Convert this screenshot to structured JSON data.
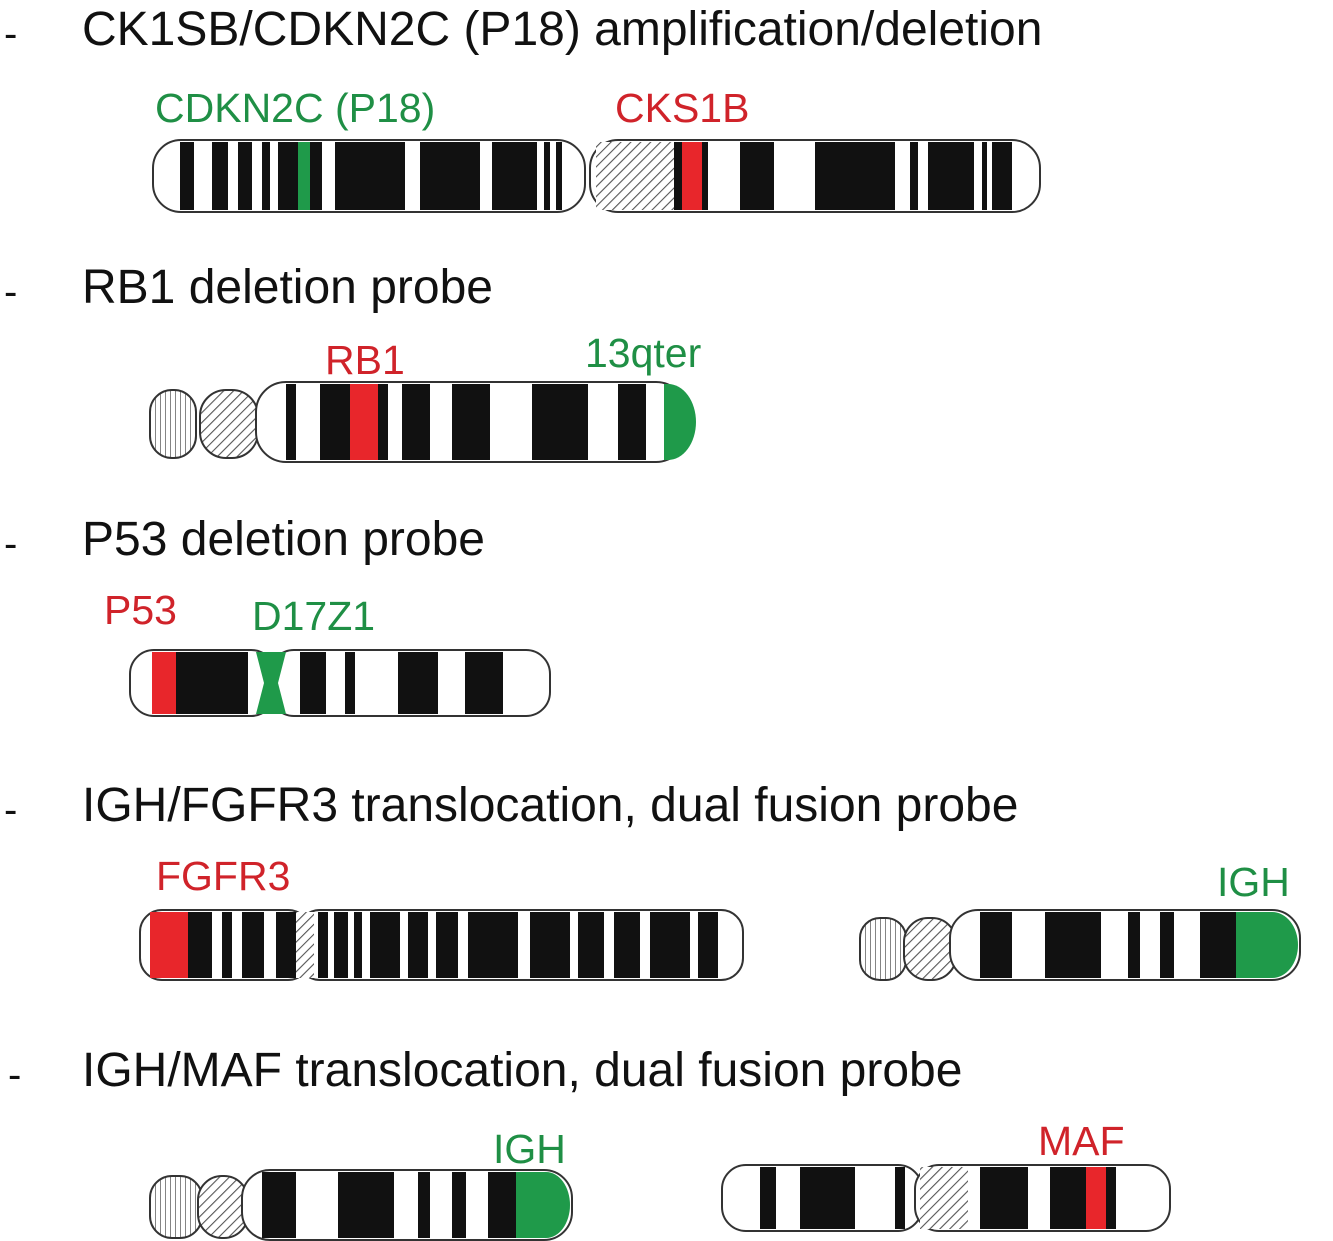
{
  "colors": {
    "red_probe": "#e8262b",
    "green_probe": "#1f9a4a",
    "label_red": "#d0232a",
    "label_green": "#1f8f45",
    "band": "#111111"
  },
  "sections": [
    {
      "dash": "-",
      "heading": "CK1SB/CDKN2C (P18) amplification/deletion",
      "labels": [
        "CDKN2C (P18)",
        "CKS1B"
      ]
    },
    {
      "dash": "-",
      "heading": "RB1 deletion probe",
      "labels": [
        "RB1",
        "13qter"
      ]
    },
    {
      "dash": "-",
      "heading": "P53 deletion probe",
      "labels": [
        "P53",
        "D17Z1"
      ]
    },
    {
      "dash": "-",
      "heading": "IGH/FGFR3 translocation, dual fusion probe",
      "labels": [
        "FGFR3",
        "IGH"
      ]
    },
    {
      "dash": "-",
      "heading": "IGH/MAF translocation, dual fusion probe",
      "labels": [
        "IGH",
        "MAF"
      ]
    }
  ]
}
